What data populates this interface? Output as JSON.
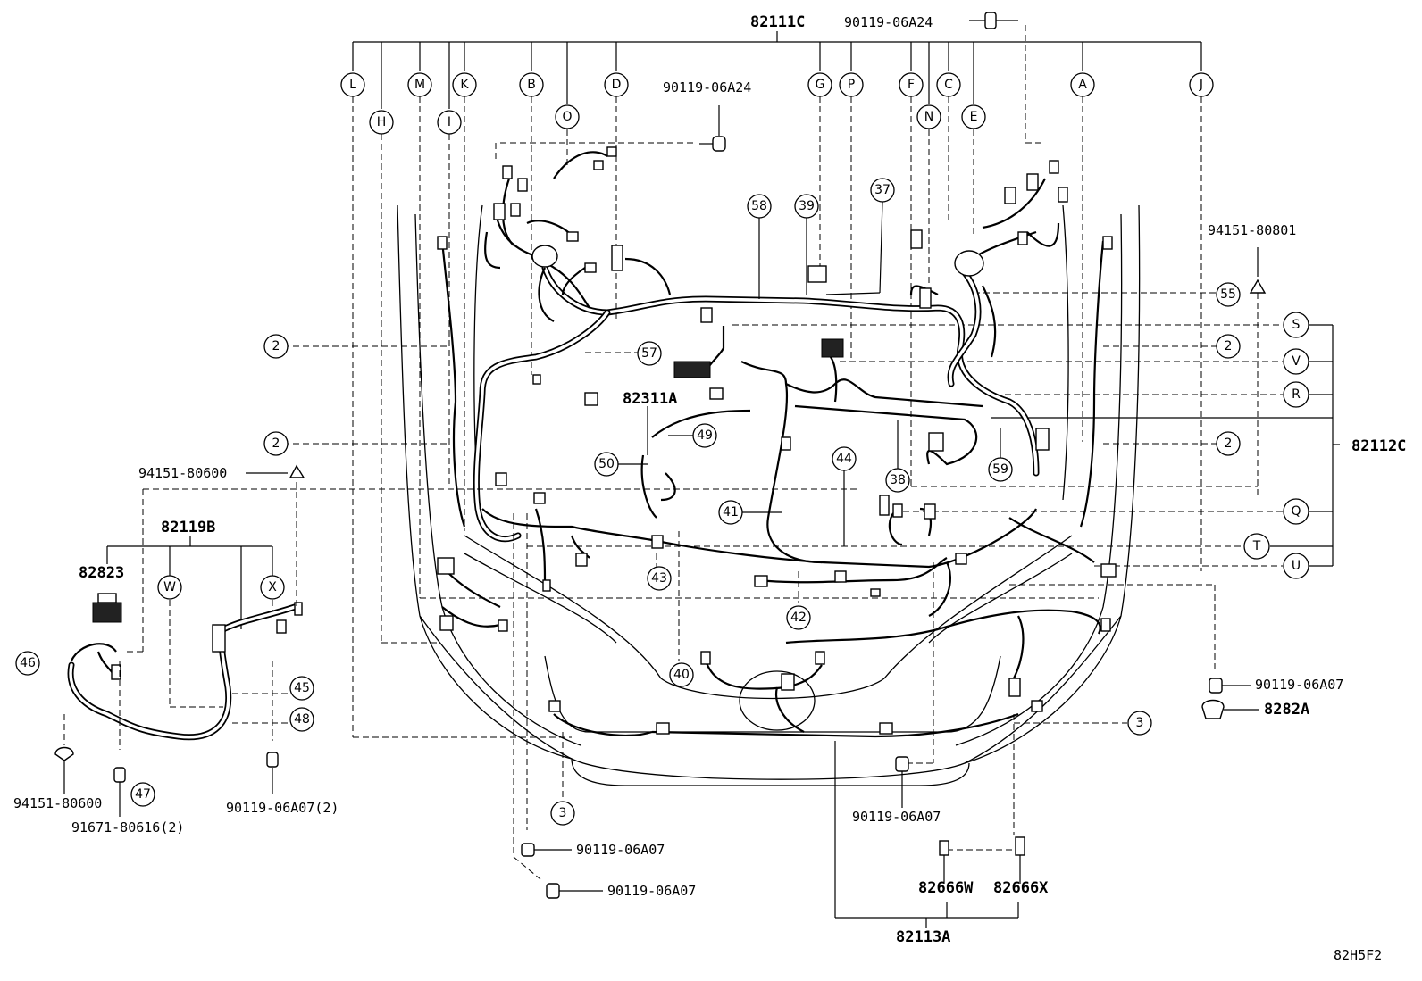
{
  "parts": {
    "harness_top": "82111C",
    "harness_right": "82112C",
    "harness_bottom": "82113A",
    "harness_left": "82119B",
    "harness_center": "82311A",
    "relay": "82823",
    "clip_r": "8282A",
    "bracket_w": "82666W",
    "bracket_x": "82666X"
  },
  "fasteners": {
    "bolt_top_right": "90119-06A24",
    "bolt_top_center": "90119-06A24",
    "clamp_right": "94151-80801",
    "clamp_left_top": "94151-80600",
    "clamp_left_bottom": "94151-80600",
    "screw_left": "91671-80616(2)",
    "bolt_left": "90119-06A07(2)",
    "bolt_bottom_1": "90119-06A07",
    "bolt_bottom_2": "90119-06A07",
    "bolt_bottom_3": "90119-06A07",
    "bolt_right": "90119-06A07"
  },
  "letters": [
    "L",
    "H",
    "M",
    "I",
    "K",
    "B",
    "O",
    "D",
    "G",
    "P",
    "F",
    "N",
    "C",
    "E",
    "A",
    "J"
  ],
  "side_letters": [
    "S",
    "V",
    "R",
    "Q",
    "T",
    "U"
  ],
  "left_letters": [
    "W",
    "X"
  ],
  "callouts": {
    "c2": "2",
    "c3": "3",
    "c37": "37",
    "c38": "38",
    "c39": "39",
    "c40": "40",
    "c41": "41",
    "c42": "42",
    "c43": "43",
    "c44": "44",
    "c45": "45",
    "c46": "46",
    "c47": "47",
    "c48": "48",
    "c49": "49",
    "c50": "50",
    "c55": "55",
    "c57": "57",
    "c58": "58",
    "c59": "59"
  },
  "diagram_id": "82H5F2"
}
